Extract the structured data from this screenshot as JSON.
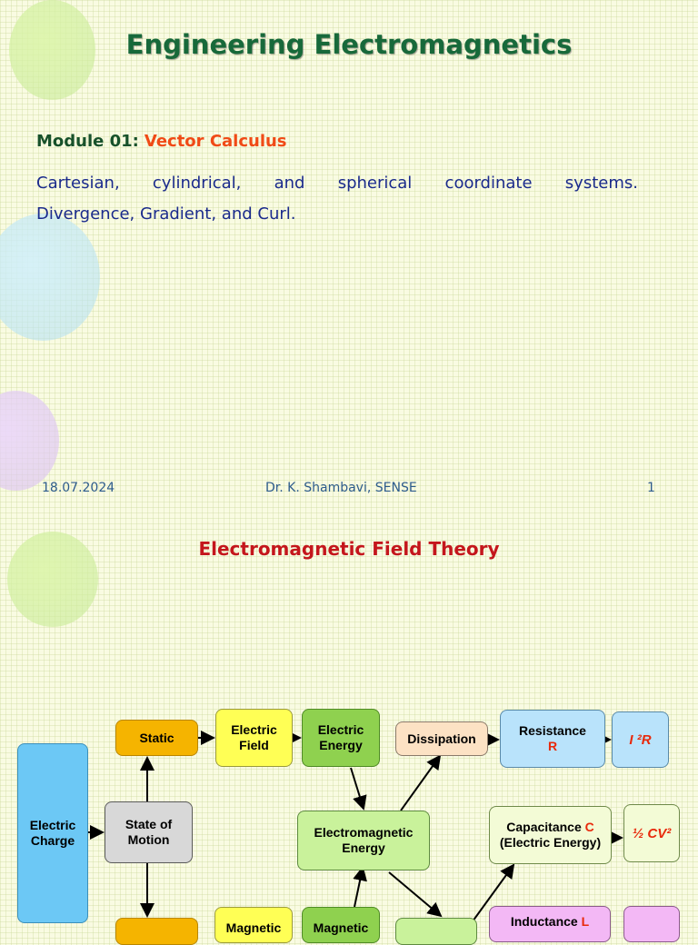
{
  "slide1": {
    "title": "Engineering Electromagnetics",
    "module_label": "Module 01:",
    "module_name": "Vector Calculus",
    "body_line1_words": [
      "Cartesian,",
      "cylindrical,",
      "and",
      "spherical",
      "coordinate",
      "systems."
    ],
    "body_line2": "Divergence, Gradient, and Curl.",
    "footer_date": "18.07.2024",
    "footer_author": "Dr. K. Shambavi, SENSE",
    "footer_page": "1"
  },
  "slide2": {
    "title": "Electromagnetic Field Theory",
    "diagram": {
      "electric_charge": "Electric Charge",
      "state_of_motion": "State of Motion",
      "static": "Static",
      "electric_field": "Electric Field",
      "electric_energy": "Electric Energy",
      "dissipation": "Dissipation",
      "resistance": "Resistance",
      "resistance_symbol": "R",
      "power_formula": "I ²R",
      "em_energy": "Electromagnetic Energy",
      "capacitance": "Capacitance",
      "capacitance_symbol": "C",
      "capacitance_sub": "(Electric Energy)",
      "cap_formula": "½ CV²",
      "inductance": "Inductance",
      "inductance_symbol": "L",
      "magnetic_field": "Magnetic",
      "magnetic_energy": "Magnetic"
    }
  },
  "colors": {
    "title_green": "#17693a",
    "accent_red": "#c4161c",
    "orange": "#f5b400",
    "yellow": "#ffff55",
    "green": "#8fd14f",
    "light_green": "#c9f29b",
    "peach": "#fce2c4",
    "light_blue": "#b9e3fb",
    "charge_blue": "#6cc8f5",
    "gray": "#d8d8d8",
    "pale": "#f3fbd6",
    "pink": "#f3b8f5"
  }
}
